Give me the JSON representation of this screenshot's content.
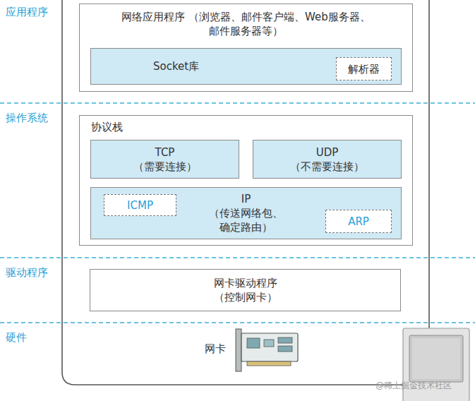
{
  "diagram": {
    "nodes": [
      {
        "text": [
          "网络应用程序 （浏览器、邮件客户端、Web服务器、邮件服务器等）"
        ]
      },
      {
        "text": [
          "Socket库"
        ],
        "in": 0
      },
      {
        "text": [
          "解析器"
        ],
        "in": 1
      },
      {
        "text": [
          "协议栈"
        ]
      },
      {
        "text": [
          "TCP （需要连接）"
        ],
        "in": 3
      },
      {
        "text": [
          "UDP （不需要连接）"
        ],
        "in": 3
      },
      {
        "text": [
          "IP （传送网络包、 确定路由）"
        ],
        "in": 3
      },
      {
        "text": [
          "ICMP"
        ],
        "in": 6
      },
      {
        "text": [
          "ARP"
        ],
        "in": 6
      },
      {
        "text": [
          "网卡驱动程序 （控制网卡）"
        ]
      }
    ],
    "labels": [
      "应用程序",
      "操作系统",
      "驱动程序",
      "硬件",
      "网卡",
      "@稀土掘金技术社区"
    ]
  }
}
